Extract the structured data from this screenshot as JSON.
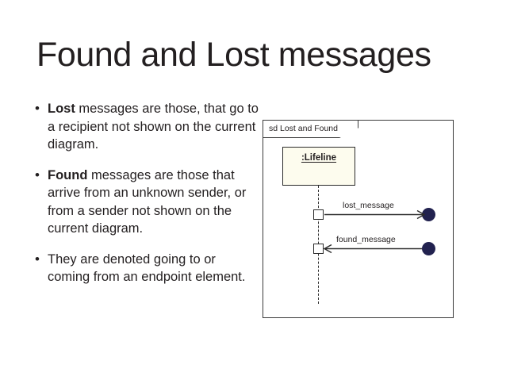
{
  "slide": {
    "title": "Found and Lost messages",
    "bullets": [
      {
        "marker": "•",
        "lead": "Lost",
        "rest": " messages are those, that go to a recipient not shown on the current diagram."
      },
      {
        "marker": "•",
        "lead": "Found",
        "rest": " messages are those that arrive from an unknown sender, or from a sender not shown on the current diagram."
      },
      {
        "marker": "•",
        "lead": "",
        "rest": "They are denoted going to or coming from an endpoint element."
      }
    ]
  },
  "diagram": {
    "frame_kind": "sd",
    "frame_label": "sd Lost and Found",
    "lifeline_label": ":Lifeline",
    "messages": [
      {
        "name": "lost_message",
        "kind": "lost",
        "direction": "outgoing",
        "from": ":Lifeline",
        "to": "endpoint"
      },
      {
        "name": "found_message",
        "kind": "found",
        "direction": "incoming",
        "from": "endpoint",
        "to": ":Lifeline"
      }
    ],
    "colors": {
      "endpoint_fill": "#22224f",
      "lifeline_fill": "#fdfcee",
      "line": "#2b2b2b",
      "frame_border": "#3a3a3a",
      "text": "#231f20",
      "background": "#ffffff"
    }
  }
}
